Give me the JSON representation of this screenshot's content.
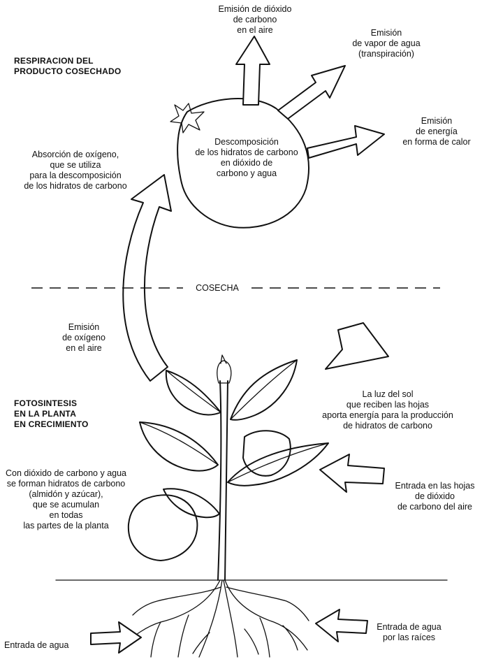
{
  "headings": {
    "respiration": [
      "RESPIRACION DEL",
      "PRODUCTO COSECHADO"
    ],
    "photosynthesis": [
      "FOTOSINTESIS",
      "EN LA PLANTA",
      "EN CRECIMIENTO"
    ]
  },
  "divider": {
    "label": "COSECHA"
  },
  "labels": {
    "co2_emission": [
      "Emisión de dióxido",
      "de carbono",
      "en el aire"
    ],
    "water_vapor": [
      "Emisión",
      "de vapor de agua",
      "(transpiración)"
    ],
    "heat_energy": [
      "Emisión",
      "de energía",
      "en forma de calor"
    ],
    "breakdown": [
      "Descomposición",
      "de los hidratos de carbono",
      "en dióxido de",
      "carbono y agua"
    ],
    "oxygen_absorption": [
      "Absorción de oxígeno,",
      "que se utiliza",
      "para la descomposición",
      "de los hidratos de carbono"
    ],
    "oxygen_emission": [
      "Emisión",
      "de oxígeno",
      "en el aire"
    ],
    "sunlight": [
      "La luz del sol",
      "que reciben las hojas",
      "aporta energía para la producción",
      "de hidratos de carbono"
    ],
    "carbohydrate_formation": [
      "Con dióxido de carbono y agua",
      "se forman hidratos de carbono",
      "(almidón y azúcar),",
      "que se acumulan",
      "en todas",
      "las partes de la planta"
    ],
    "co2_leaf_intake": [
      "Entrada en las hojas",
      "de dióxido",
      "de carbono del aire"
    ],
    "root_water_intake": [
      "Entrada de agua",
      "por las raíces"
    ],
    "water_intake": [
      "Entrada de agua"
    ]
  }
}
